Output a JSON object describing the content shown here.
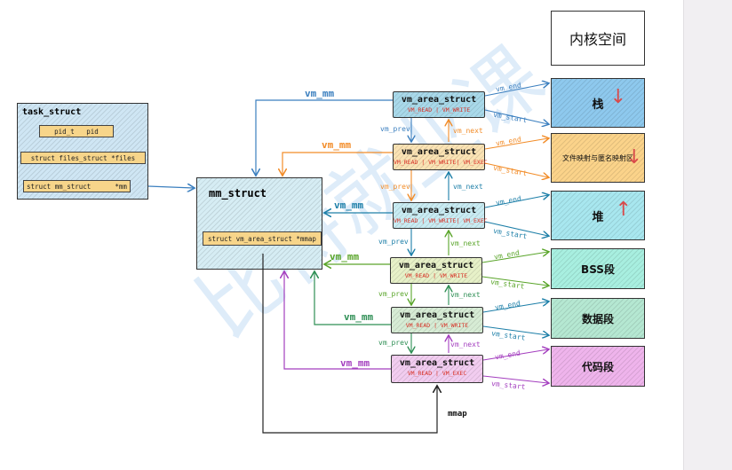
{
  "watermark": "比特就业课",
  "task_struct": {
    "title": "task_struct",
    "fields": [
      "pid_t   pid",
      "struct files_struct *files",
      "struct mm_struct      *mm"
    ]
  },
  "mm_struct": {
    "title": "mm_struct",
    "field": "struct vm_area_struct *mmap"
  },
  "vm_areas": [
    {
      "title": "vm_area_struct",
      "flags": "VM_READ | VM_WRITE",
      "color": "#a9d9ea"
    },
    {
      "title": "vm_area_struct",
      "flags": "VM_READ | VM_WRITE| VM_EXEC",
      "color": "#fbe3b4"
    },
    {
      "title": "vm_area_struct",
      "flags": "VM_READ | VM_WRITE| VM_EXEC",
      "color": "#c9ecf3"
    },
    {
      "title": "vm_area_struct",
      "flags": "VM_READ | VM_WRITE",
      "color": "#e7f1c8"
    },
    {
      "title": "vm_area_struct",
      "flags": "VM_READ | VM_WRITE",
      "color": "#d7ecd5"
    },
    {
      "title": "vm_area_struct",
      "flags": "VM_READ | VM_EXEC",
      "color": "#f2cdf0"
    }
  ],
  "segments": [
    {
      "label": "内核空间",
      "color": "#ffffff"
    },
    {
      "label": "栈",
      "color": "#8ec9ee"
    },
    {
      "label": "文件映射与匿名映射区",
      "color": "#fbd38a"
    },
    {
      "label": "堆",
      "color": "#a8e7ef"
    },
    {
      "label": "BSS段",
      "color": "#a8efe0"
    },
    {
      "label": "数据段",
      "color": "#b5e8d2"
    },
    {
      "label": "代码段",
      "color": "#efb4ec"
    }
  ],
  "labels": {
    "vm_mm": "vm_mm",
    "vm_prev": "vm_prev",
    "vm_next": "vm_next",
    "vm_end": "vm_end",
    "vm_start": "vm_start",
    "mmap": "mmap"
  },
  "colors": {
    "blue": "#3b7fbf",
    "orange": "#f28c28",
    "teal": "#1d7fa8",
    "green": "#5aa52a",
    "darkgreen": "#2f8f55",
    "purple": "#a43fbf",
    "black": "#222222"
  }
}
